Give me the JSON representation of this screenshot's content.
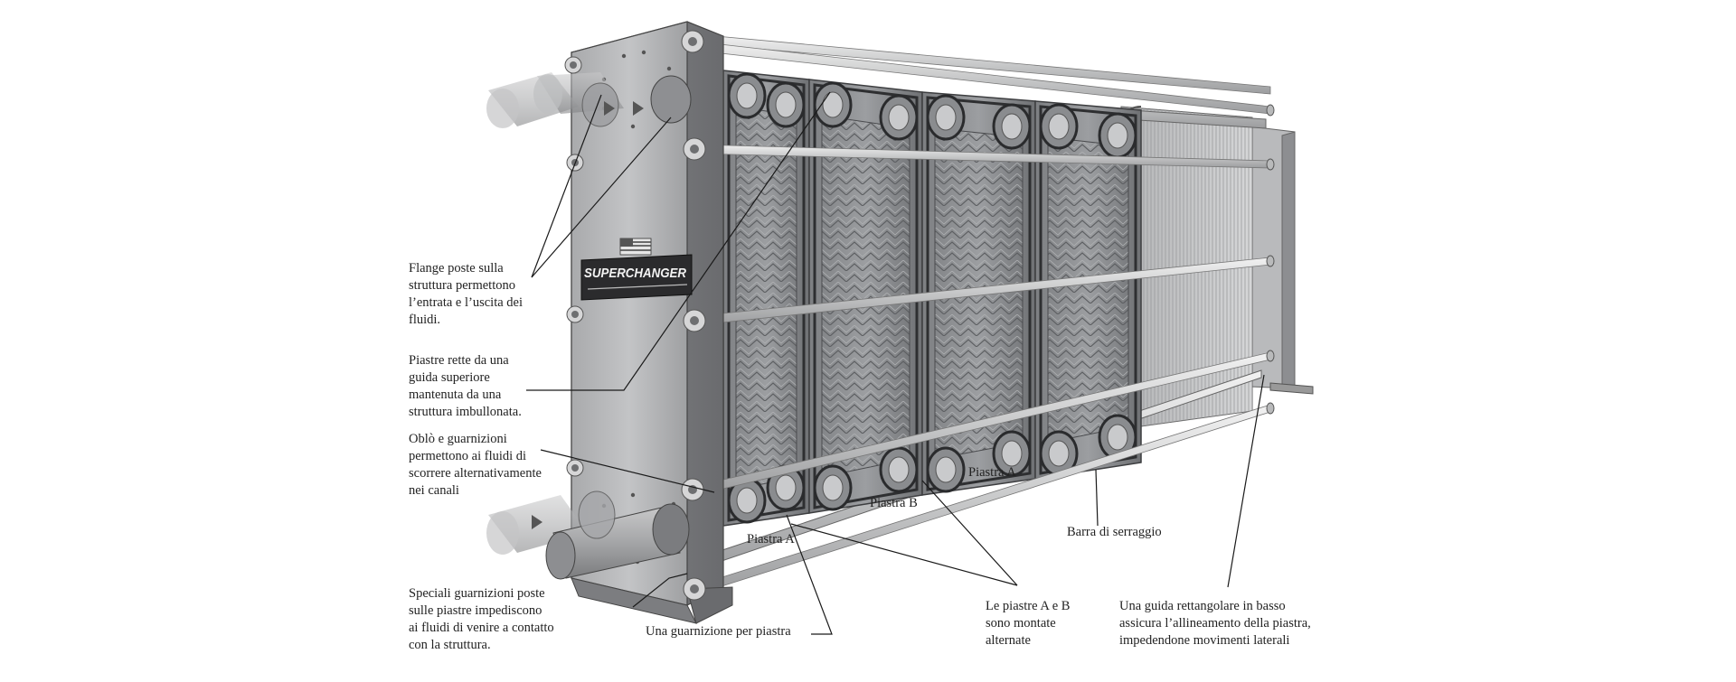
{
  "labels": {
    "flanges": "Flange poste sulla\nstruttura permettono\nl’entrata e l’uscita dei\nfluidi.",
    "plates_guide": "Piastre rette da una\nguida superiore\nmantenuta da una\nstruttura imbullonata.",
    "ports": "Oblò e guarnizioni\npermettono ai fluidi di\nscorrere alternativamente\nnei canali",
    "gaskets": "Speciali guarnizioni poste\nsulle piastre impediscono\nai fluidi di venire a contatto\ncon la struttura.",
    "gasket_per_plate": "Una guarnizione per piastra",
    "alternate": "Le piastre A e B\nsono montate\nalternate",
    "bottom_guide": "Una guida rettangolare in basso\nassicura l’allineamento della piastra,\nimpedendone movimenti laterali",
    "tie_bar": "Barra di serraggio",
    "plate_a1": "Piastra A",
    "plate_b": "Piastra B",
    "plate_a2": "Piastra A"
  },
  "nameplate": {
    "brand": "SUPERCHANGER"
  },
  "colors": {
    "frame": "#b9babc",
    "plate": "#8f9194",
    "plate_dark": "#6e7073",
    "rod": "#d9dadb",
    "leader": "#1a1a1a"
  }
}
